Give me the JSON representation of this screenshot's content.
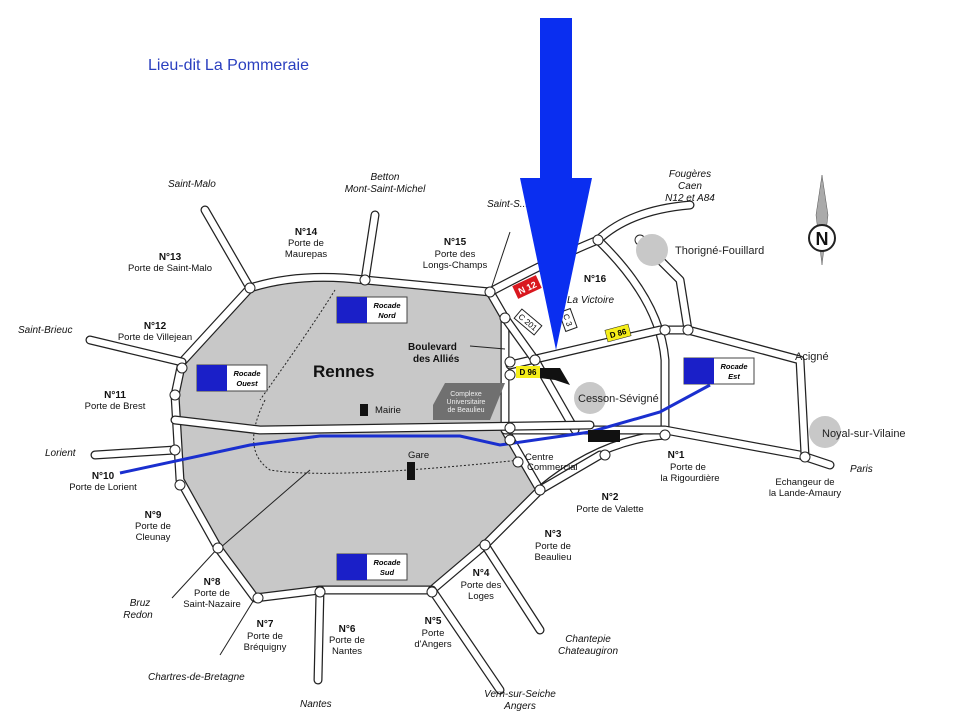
{
  "header": {
    "subtitle": "Lieu-dit La Pommeraie"
  },
  "map": {
    "city": "Rennes",
    "colors": {
      "city_area": "#c8c8c8",
      "route": "#1a2fcf",
      "arrow": "#0a2ef0",
      "n12_badge": "#d9181f",
      "d_badge": "#f5ee1a"
    },
    "rocade_badges": [
      {
        "line1": "Rocade",
        "line2": "Nord"
      },
      {
        "line1": "Rocade",
        "line2": "Ouest"
      },
      {
        "line1": "Rocade",
        "line2": "Est"
      },
      {
        "line1": "Rocade",
        "line2": "Sud"
      }
    ],
    "exits": [
      {
        "num": "N°1",
        "name": [
          "Porte de",
          "la Rigourdière"
        ]
      },
      {
        "num": "N°2",
        "name": [
          "Porte de Valette"
        ]
      },
      {
        "num": "N°3",
        "name": [
          "Porte de",
          "Beaulieu"
        ]
      },
      {
        "num": "N°4",
        "name": [
          "Porte des",
          "Loges"
        ]
      },
      {
        "num": "N°5",
        "name": [
          "Porte",
          "d'Angers"
        ]
      },
      {
        "num": "N°6",
        "name": [
          "Porte de",
          "Nantes"
        ]
      },
      {
        "num": "N°7",
        "name": [
          "Porte de",
          "Bréquigny"
        ]
      },
      {
        "num": "N°8",
        "name": [
          "Porte de",
          "Saint-Nazaire"
        ]
      },
      {
        "num": "N°9",
        "name": [
          "Porte de",
          "Cleunay"
        ]
      },
      {
        "num": "N°10",
        "name": [
          "Porte de Lorient"
        ]
      },
      {
        "num": "N°11",
        "name": [
          "Porte de Brest"
        ]
      },
      {
        "num": "N°12",
        "name": [
          "Porte de Villejean"
        ]
      },
      {
        "num": "N°13",
        "name": [
          "Porte de Saint-Malo"
        ]
      },
      {
        "num": "N°14",
        "name": [
          "Porte de",
          "Maurepas"
        ]
      },
      {
        "num": "N°15",
        "name": [
          "Porte des",
          "Longs-Champs"
        ]
      },
      {
        "num": "N°16",
        "name": []
      }
    ],
    "destinations": {
      "saint_malo": "Saint-Malo",
      "betton": [
        "Betton",
        "Mont-Saint-Michel"
      ],
      "saint_sulpice": "Saint-S...",
      "fougeres": [
        "Fougères",
        "Caen",
        "N12 et A84"
      ],
      "saint_brieuc": "Saint-Brieuc",
      "lorient": "Lorient",
      "bruz": [
        "Bruz",
        "Redon"
      ],
      "chartres": "Chartres-de-Bretagne",
      "nantes": "Nantes",
      "vern": [
        "Vern-sur-Seiche",
        "Angers"
      ],
      "chantepie": [
        "Chantepie",
        "Chateaugiron"
      ],
      "paris": "Paris"
    },
    "towns": [
      "Thorigné-Fouillard",
      "Acigné",
      "Noyal-sur-Vilaine",
      "Cesson-Sévigné"
    ],
    "places": {
      "la_victoire": "La Victoire",
      "boulevard": [
        "Boulevard",
        "des Alliés"
      ],
      "complexe": [
        "Complexe",
        "Universitaire",
        "de Beaulieu"
      ],
      "mairie": "Mairie",
      "gare": "Gare",
      "centre": [
        "Centre",
        "Commercial"
      ],
      "echangeur": [
        "Echangeur de",
        "la Lande-Amaury"
      ]
    },
    "road_badges": {
      "n12": "N 12",
      "c201": "C 201",
      "c3": "C 3",
      "d86": "D 86",
      "d96": "D 96"
    },
    "compass": "N"
  }
}
